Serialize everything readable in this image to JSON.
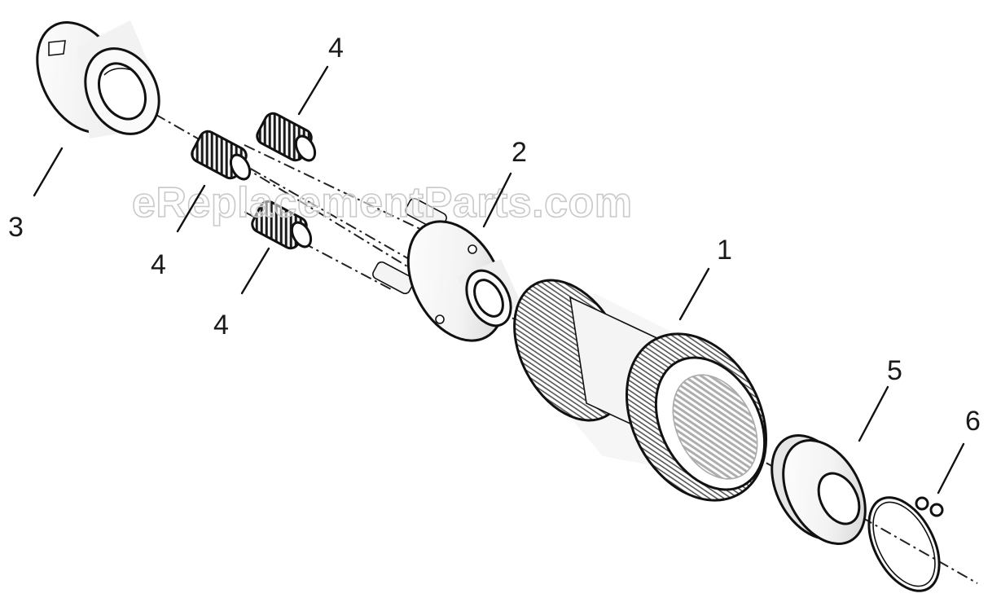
{
  "watermark": "eReplacementParts.com",
  "callouts": [
    {
      "id": "1",
      "label": "1"
    },
    {
      "id": "2",
      "label": "2"
    },
    {
      "id": "3",
      "label": "3"
    },
    {
      "id": "4a",
      "label": "4"
    },
    {
      "id": "4b",
      "label": "4"
    },
    {
      "id": "4c",
      "label": "4"
    },
    {
      "id": "5",
      "label": "5"
    },
    {
      "id": "6",
      "label": "6"
    }
  ],
  "colors": {
    "ink": "#111111",
    "paper": "#ffffff",
    "shade": "#dcdcdc"
  }
}
